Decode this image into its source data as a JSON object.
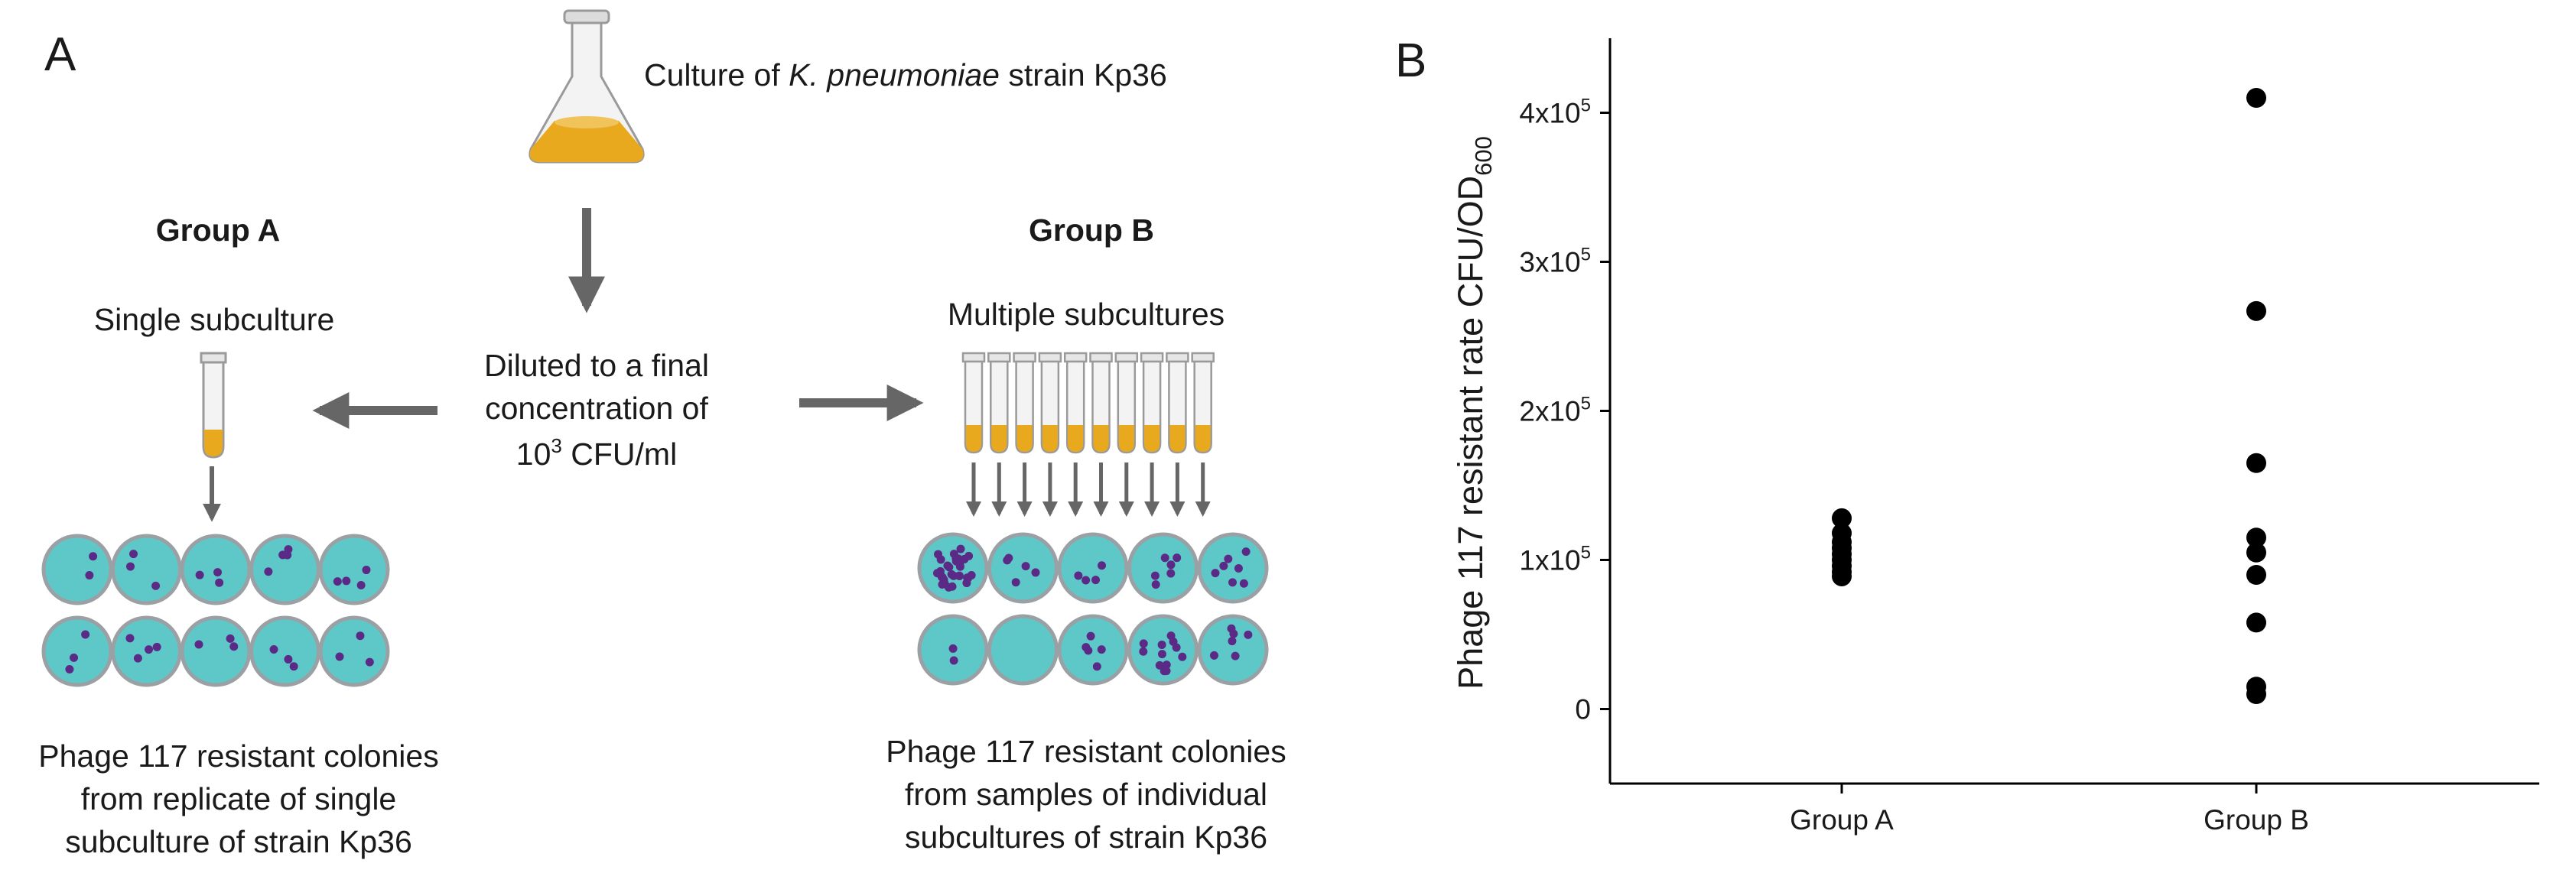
{
  "panel_a": {
    "label": "A",
    "culture_pre": "Culture of ",
    "culture_italic": "K. pneumoniae",
    "culture_post": " strain Kp36",
    "group_a_title": "Group A",
    "group_b_title": "Group B",
    "single_subculture": "Single subculture",
    "multiple_subcultures": "Multiple subcultures",
    "diluted_line1": "Diluted to a final",
    "diluted_line2": "concentration of",
    "diluted_line3_base": "10",
    "diluted_line3_sup": "3",
    "diluted_line3_rest": " CFU/ml",
    "caption_a_line1": "Phage 117 resistant colonies",
    "caption_a_line2": "from replicate of single",
    "caption_a_line3": "subculture of strain Kp36",
    "caption_b_line1": "Phage 117 resistant colonies",
    "caption_b_line2": "from samples of individual",
    "caption_b_line3": "subcultures of strain Kp36",
    "colors": {
      "plate": "#5ec8c8",
      "plate_rim": "#9aa0a4",
      "colony": "#5b2a86",
      "broth": "#e9a91f",
      "arrow": "#666666"
    }
  },
  "panel_b": {
    "label": "B",
    "ylabel_main": "Phage 117 resistant rate CFU/OD",
    "ylabel_sub": "600",
    "yticks": [
      {
        "base": "0",
        "sup": "",
        "value": 0
      },
      {
        "base": "1x10",
        "sup": "5",
        "value": 100000
      },
      {
        "base": "2x10",
        "sup": "5",
        "value": 200000
      },
      {
        "base": "3x10",
        "sup": "5",
        "value": 300000
      },
      {
        "base": "4x10",
        "sup": "5",
        "value": 400000
      }
    ]
  },
  "chart_data": {
    "type": "scatter",
    "categories": [
      "Group A",
      "Group B"
    ],
    "ylabel": "Phage 117 resistant rate CFU/OD600",
    "ylim": [
      -50000,
      450000
    ],
    "series": [
      {
        "name": "Group A",
        "values": [
          128000,
          118000,
          112000,
          108000,
          104000,
          100000,
          96000,
          92000,
          89000
        ]
      },
      {
        "name": "Group B",
        "values": [
          410000,
          267000,
          165000,
          115000,
          105000,
          90000,
          58000,
          15000,
          10000
        ]
      }
    ],
    "marker_color": "#000000"
  }
}
